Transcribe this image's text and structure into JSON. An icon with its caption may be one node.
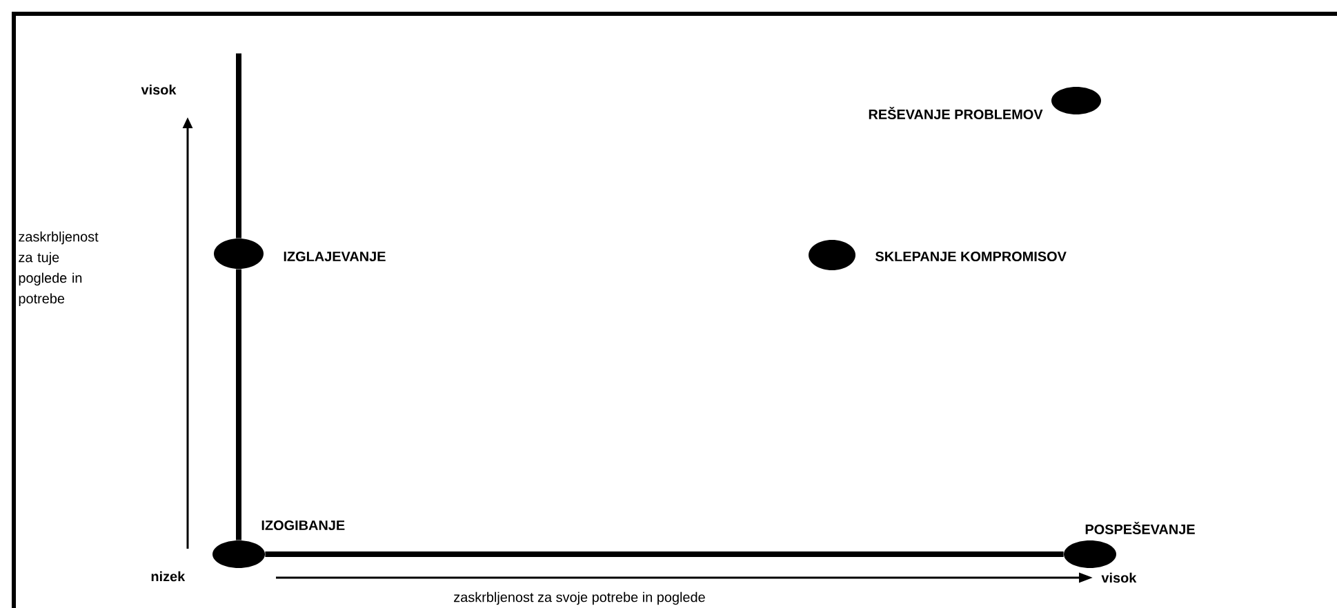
{
  "diagram": {
    "nodes": [
      {
        "text": [],
        "shape": "circle",
        "beside": [
          "REŠEVANJE PROBLEMOV"
        ]
      },
      {
        "text": [],
        "shape": "circle",
        "beside": [
          "IZGLAJEVANJE"
        ]
      },
      {
        "text": [],
        "shape": "circle",
        "beside": [
          "SKLEPANJE KOMPROMISOV"
        ]
      },
      {
        "text": [],
        "shape": "circle",
        "beside": [
          "IZOGIBANJE"
        ]
      },
      {
        "text": [],
        "shape": "circle",
        "beside": [
          "POSPEŠEVANJE"
        ]
      }
    ],
    "edges": [
      {
        "from": 3,
        "to": 4,
        "arrow": "none"
      },
      {
        "from": 3,
        "to": 1,
        "arrow": "none"
      },
      {
        "from": 1,
        "to": null,
        "arrow": "none"
      }
    ],
    "labels": [
      "visok",
      "zaskrbljenost za tuje poglede in potrebe",
      "nizek",
      "visok",
      "zaskrbljenost za svoje potrebe in poglede"
    ]
  }
}
